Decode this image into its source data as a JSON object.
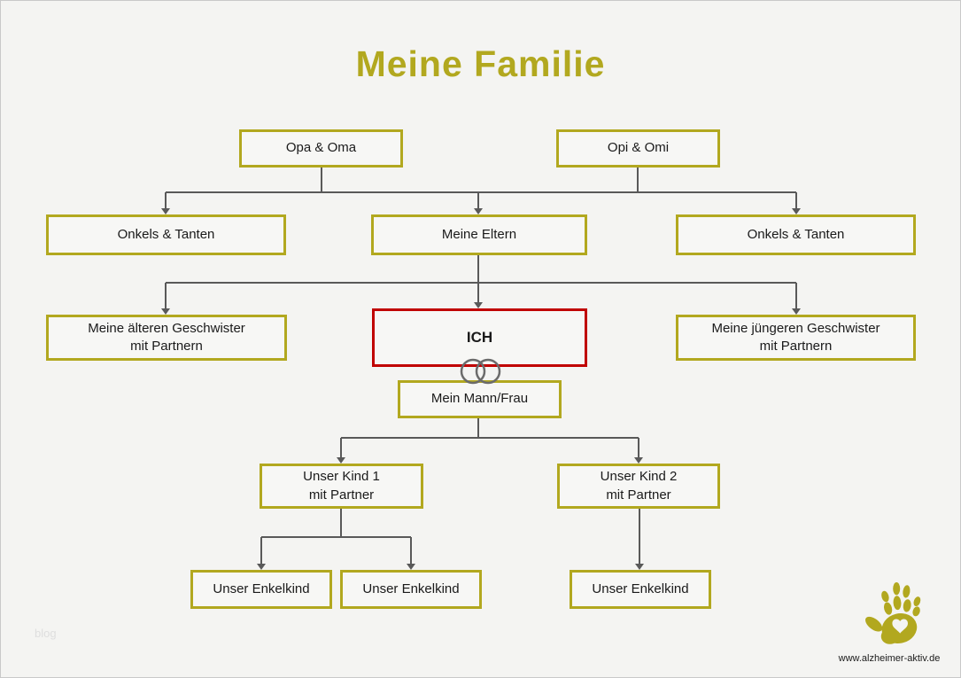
{
  "page": {
    "title": "Meine Familie",
    "watermark": "blog",
    "website": "www.alzheimer-aktiv.de"
  },
  "colors": {
    "olive": "#b2a81f",
    "red": "#c00000",
    "line": "#595959",
    "bg": "#f4f4f2",
    "boxfill": "#f7f7f5"
  },
  "icons": {
    "rings": "wedding-rings-icon",
    "hand": "handprint-logo"
  },
  "nodes": {
    "opa_oma": "Opa & Oma",
    "opi_omi": "Opi & Omi",
    "onkels_tanten_links": "Onkels & Tanten",
    "meine_eltern": "Meine Eltern",
    "onkels_tanten_rechts": "Onkels & Tanten",
    "aeltere_geschwister": "Meine älteren Geschwister\nmit Partnern",
    "ich": "ICH",
    "juengere_geschwister": "Meine jüngeren Geschwister\nmit Partnern",
    "mann_frau": "Mein Mann/Frau",
    "kind1": "Unser Kind 1\nmit Partner",
    "kind2": "Unser Kind 2\nmit Partner",
    "enkel1": "Unser Enkelkind",
    "enkel2": "Unser Enkelkind",
    "enkel3": "Unser Enkelkind"
  }
}
